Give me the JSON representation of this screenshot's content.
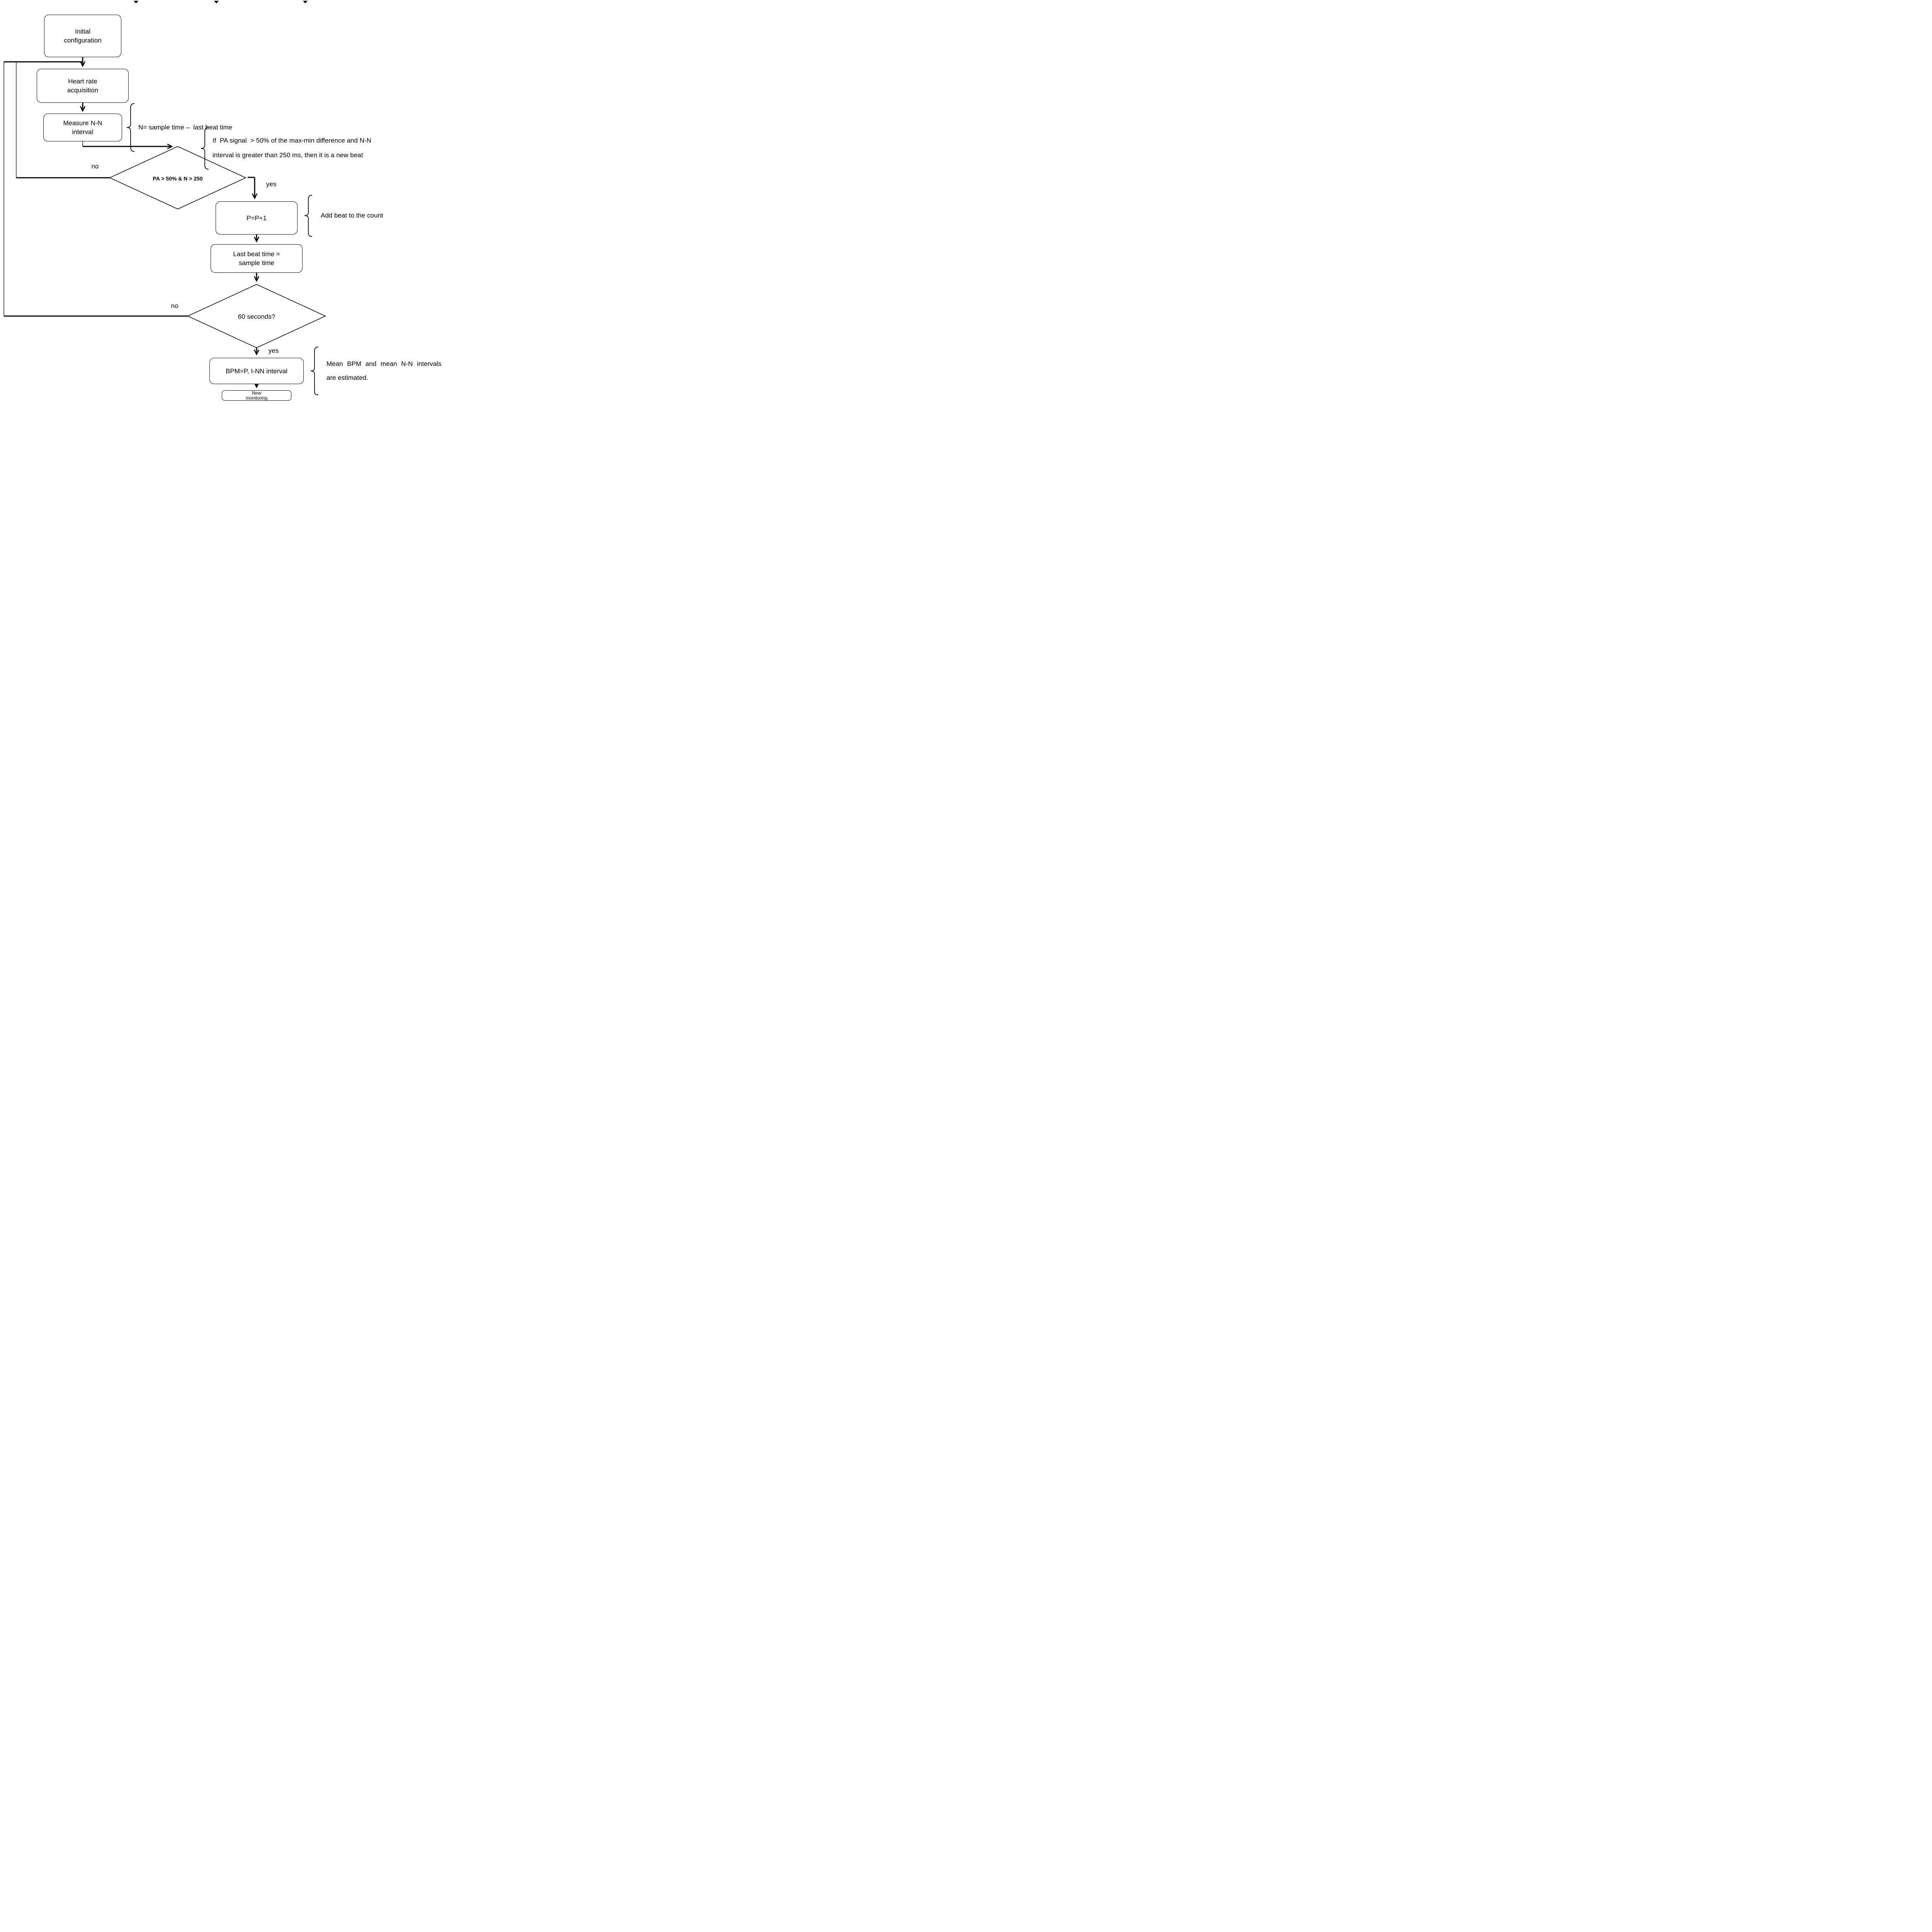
{
  "nodes": {
    "initial": {
      "label": "Initial\nconfiguration"
    },
    "heart_rate": {
      "label": "Heart rate\nacquisition"
    },
    "measure_nn": {
      "label": "Measure N-N\ninterval"
    },
    "decision_pa": {
      "label": "PA > 50% & N > 250"
    },
    "p_increment": {
      "label": "P=P+1"
    },
    "last_beat": {
      "label": "Last beat time =\nsample time"
    },
    "decision_60s": {
      "label": "60 seconds?"
    },
    "bpm": {
      "label": "BPM=P, I-NN interval"
    },
    "new_monitoring": {
      "label": "New\nmonitoring"
    }
  },
  "edge_labels": {
    "pa_no": "no",
    "pa_yes": "yes",
    "sixty_no": "no",
    "sixty_yes": "yes"
  },
  "annotations": {
    "nn_formula": "N= sample time –  last beat time",
    "pa_rule_line1": "If  PA signal  > 50% of the max-min difference and N-N",
    "pa_rule_line2": "interval is greater than 250 ms, then it is a new beat",
    "add_beat": "Add beat to the count",
    "mean_line1": "Mean BPM and mean N-N intervals",
    "mean_line2": "are estimated."
  },
  "colors": {
    "line": "#000000",
    "background": "#ffffff"
  }
}
